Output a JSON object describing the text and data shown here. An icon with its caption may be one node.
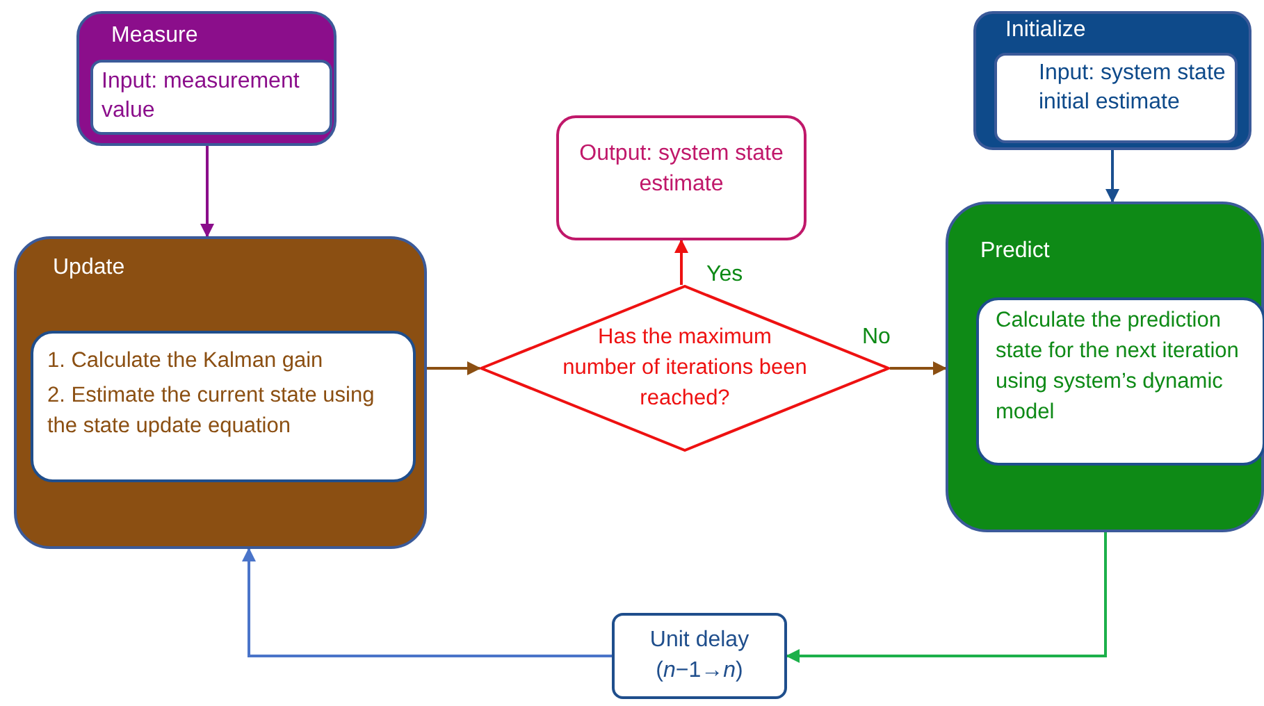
{
  "diagram": {
    "nodes": [
      {
        "text": [
          "Measure"
        ]
      },
      {
        "text": [
          "Input: measurement value"
        ],
        "in": 0
      },
      {
        "text": [
          "Initialize"
        ]
      },
      {
        "text": [
          "Input: system state initial estimate"
        ],
        "in": 2
      },
      {
        "text": [
          "Output: system state estimate"
        ]
      },
      {
        "text": [
          "Update"
        ]
      },
      {
        "text": [
          "1. Calculate the Kalman gain",
          "2. Estimate the current state using the state update equation"
        ],
        "in": 5
      },
      {
        "text": [
          "Has the maximum number of iterations been reached?"
        ]
      },
      {
        "text": [
          "Predict"
        ]
      },
      {
        "text": [
          "Calculate the prediction state for the next iteration using system’s dynamic model"
        ],
        "in": 8
      },
      {
        "text": [
          "Unit delay (*n*−1→*n*)"
        ]
      }
    ],
    "edges": [
      {
        "from": 0,
        "to": 5,
        "arrow": "to",
        "color": "#8b0e8b"
      },
      {
        "from": 2,
        "to": 8,
        "arrow": "to",
        "color": "#1a4f8f"
      },
      {
        "from": 5,
        "to": 7,
        "arrow": "to",
        "color": "#8b4f12"
      },
      {
        "from": 7,
        "to": 4,
        "arrow": "to",
        "label": "Yes",
        "color": "#ee1111"
      },
      {
        "from": 7,
        "to": 8,
        "arrow": "to",
        "label": "No",
        "color": "#8b4f12"
      },
      {
        "from": 8,
        "to": 10,
        "arrow": "to",
        "color": "#1cb04a"
      },
      {
        "from": 10,
        "to": 5,
        "arrow": "to",
        "color": "#4a74c9"
      }
    ]
  }
}
